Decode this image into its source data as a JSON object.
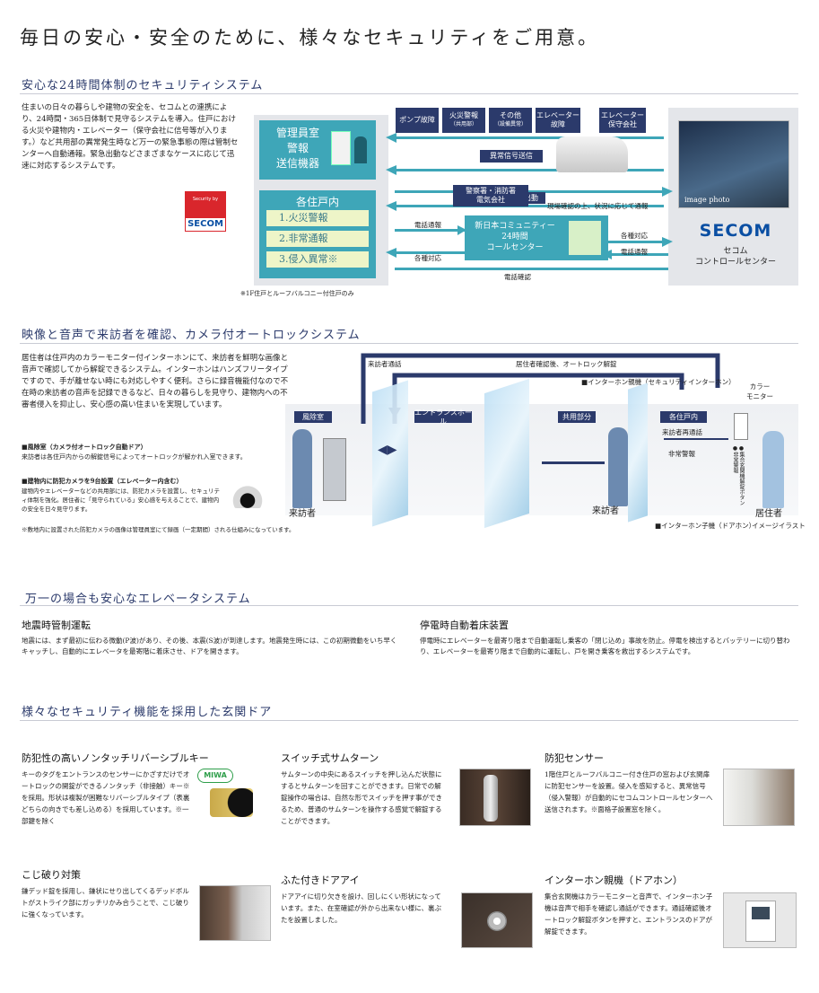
{
  "page_title": "毎日の安心・安全のために、様々なセキュリティをご用意。",
  "section1": {
    "title": "安心な24時間体制のセキュリティシステム",
    "text": "住まいの日々の暮らしや建物の安全を、セコムとの連携により、24時間・365日体制で見守るシステムを導入。住戸における火災や建物内・エレベーター（保守会社に信号等が入ります。）など共用部の異常発生時など万一の緊急事態の際は管制センターへ自動通報。緊急出動などさまざまなケースに応じて迅速に対応するシステムです。",
    "logo_text": "SECOM",
    "logo_small": "Security by",
    "manager_room": "管理員室\n警報\n送信機器",
    "units_title": "各住戸内",
    "unit_items": [
      "1.火災警報",
      "2.非常通報",
      "3.侵入異常※"
    ],
    "footnote": "※1F住戸とルーフバルコニー付住戸のみ",
    "top_boxes": [
      {
        "label": "ポンプ故障",
        "sub": ""
      },
      {
        "label": "火災警報",
        "sub": "（共用部）"
      },
      {
        "label": "その他",
        "sub": "（設備異常）"
      },
      {
        "label": "エレベーター\n故障",
        "sub": ""
      },
      {
        "label": "エレベーター\n保守会社",
        "sub": ""
      }
    ],
    "flow_signal": "異常信号送信",
    "flow_dispatch": "緊急出動",
    "police": "警察署・消防署\n電気会社",
    "site_check": "現場確認の上、状況に応じて通報",
    "call_report": "電話通報",
    "call_response": "各種対応",
    "call_center": "新日本コミュニティー\n24時間\nコールセンター",
    "cc_response": "各種対応",
    "cc_report": "電話通報",
    "phone_confirm": "電話確認",
    "image_photo": "image photo",
    "secom_name": "SECOM",
    "control_center": "セコム\nコントロールセンター"
  },
  "section2": {
    "title": "映像と音声で来訪者を確認、カメラ付オートロックシステム",
    "text": "居住者は住戸内のカラーモニター付インターホンにて、来訪者を鮮明な画像と音声で確認してから解錠できるシステム。インターホンはハンズフリータイプですので、手が離せない時にも対応しやすく便利。さらに録音機能付なので不在時の来訪者の音声を記録できるなど、日々の暮らしを見守り、建物内への不審者侵入を抑止し、安心感の高い住まいを実現しています。",
    "wind_title": "■風除室（カメラ付オートロック自動ドア）",
    "wind_text": "来訪者は各住戸内からの解錠信号によってオートロックが解かれ入室できます。",
    "cam_title": "■建物内に防犯カメラを9台設置（エレベーター内含む）",
    "cam_text": "建物内やエレベーターなどの共用部には、防犯カメラを設置し、セキュリティ体制を強化。居住者に「見守られている」安心感を与えることで、建物内の安全を日々見守ります。",
    "cam_note": "※敷地内に設置された防犯カメラの画像は管理員室にて録画（一定期間）される仕組みになっています。",
    "visitor_call": "来訪者通話",
    "resident_unlock": "居住者確認後、オートロック解錠",
    "master_unit": "■インターホン親機（セキュリティインターホン）",
    "color_monitor": "カラー\nモニター",
    "zone_wind": "風除室",
    "zone_entrance": "エントランスホール",
    "zone_common": "共用部分",
    "zone_unit": "各住戸内",
    "revisit": "来訪者再通話",
    "emergency": "非常警報",
    "visitor1": "来訪者",
    "visitor2": "来訪者",
    "resident": "居住者",
    "sub_unit": "■インターホン子機（ドアホン）",
    "image_illust": "イメージイラスト",
    "vertical_labels": "●集合玄関機解錠ボタン ●非常警報"
  },
  "section3": {
    "title": "万一の場合も安心なエレベータシステム",
    "eq_title": "地震時管制運転",
    "eq_text": "地震には、まず最初に伝わる微動(P波)があり、その後、本震(S波)が到達します。地震発生時には、この初期微動をいち早くキャッチし、自動的にエレベータを最寄階に着床させ、ドアを開きます。",
    "pf_title": "停電時自動着床装置",
    "pf_text": "停電時にエレベーターを最寄り階まで自動運転し乗客の「閉じ込め」事故を防止。停電を検出するとバッテリーに切り替わり、エレベーターを最寄り階まで自動的に運転し、戸を開き乗客を救出するシステムです。"
  },
  "section4": {
    "title": "様々なセキュリティ機能を採用した玄関ドア",
    "items": [
      {
        "title": "防犯性の高いノンタッチリバーシブルキー",
        "text": "キーのタグをエントランスのセンサーにかざすだけでオートロックの開錠ができるノンタッチ（非接触）キー※を採用。形状は複製が困難なリバーシブルタイプ（表裏どちらの向きでも差し込める）を採用しています。※一部鍵を除く"
      },
      {
        "title": "スイッチ式サムターン",
        "text": "サムターンの中央にあるスイッチを押し込んだ状態にするとサムターンを回すことができます。日常での解錠操作の場合は、自然な形でスイッチを押す事ができるため、普通のサムターンを操作する感覚で解錠することができます。"
      },
      {
        "title": "防犯センサー",
        "text": "1階住戸とルーフバルコニー付き住戸の窓および玄関扉に防犯センサーを設置。侵入を感知すると、異常信号（侵入警報）が自動的にセコムコントロールセンターへ送信されます。※面格子設置窓を除く。"
      },
      {
        "title": "こじ破り対策",
        "text": "鎌デッド錠を採用し、鎌状にせり出してくるデッドボルトがストライク部にガッチリかみ合うことで、こじ破りに強くなっています。"
      },
      {
        "title": "ふた付きドアアイ",
        "text": "ドアアイに切り欠きを設け、回しにくい形状になっています。また、在室確認が外から出来ない様に、裏ぶたを設置しました。"
      },
      {
        "title": "インターホン親機（ドアホン）",
        "text": "集合玄関機はカラーモニターと音声で、インターホン子機は音声で相手を確認し通話ができます。通話確認後オートロック解錠ボタンを押すと、エントランスのドアが解錠できます。"
      }
    ],
    "miwa": "MIWA"
  },
  "colors": {
    "navy": "#2b3a6b",
    "teal": "#3ea6b8",
    "panel": "#e4e6ea"
  }
}
